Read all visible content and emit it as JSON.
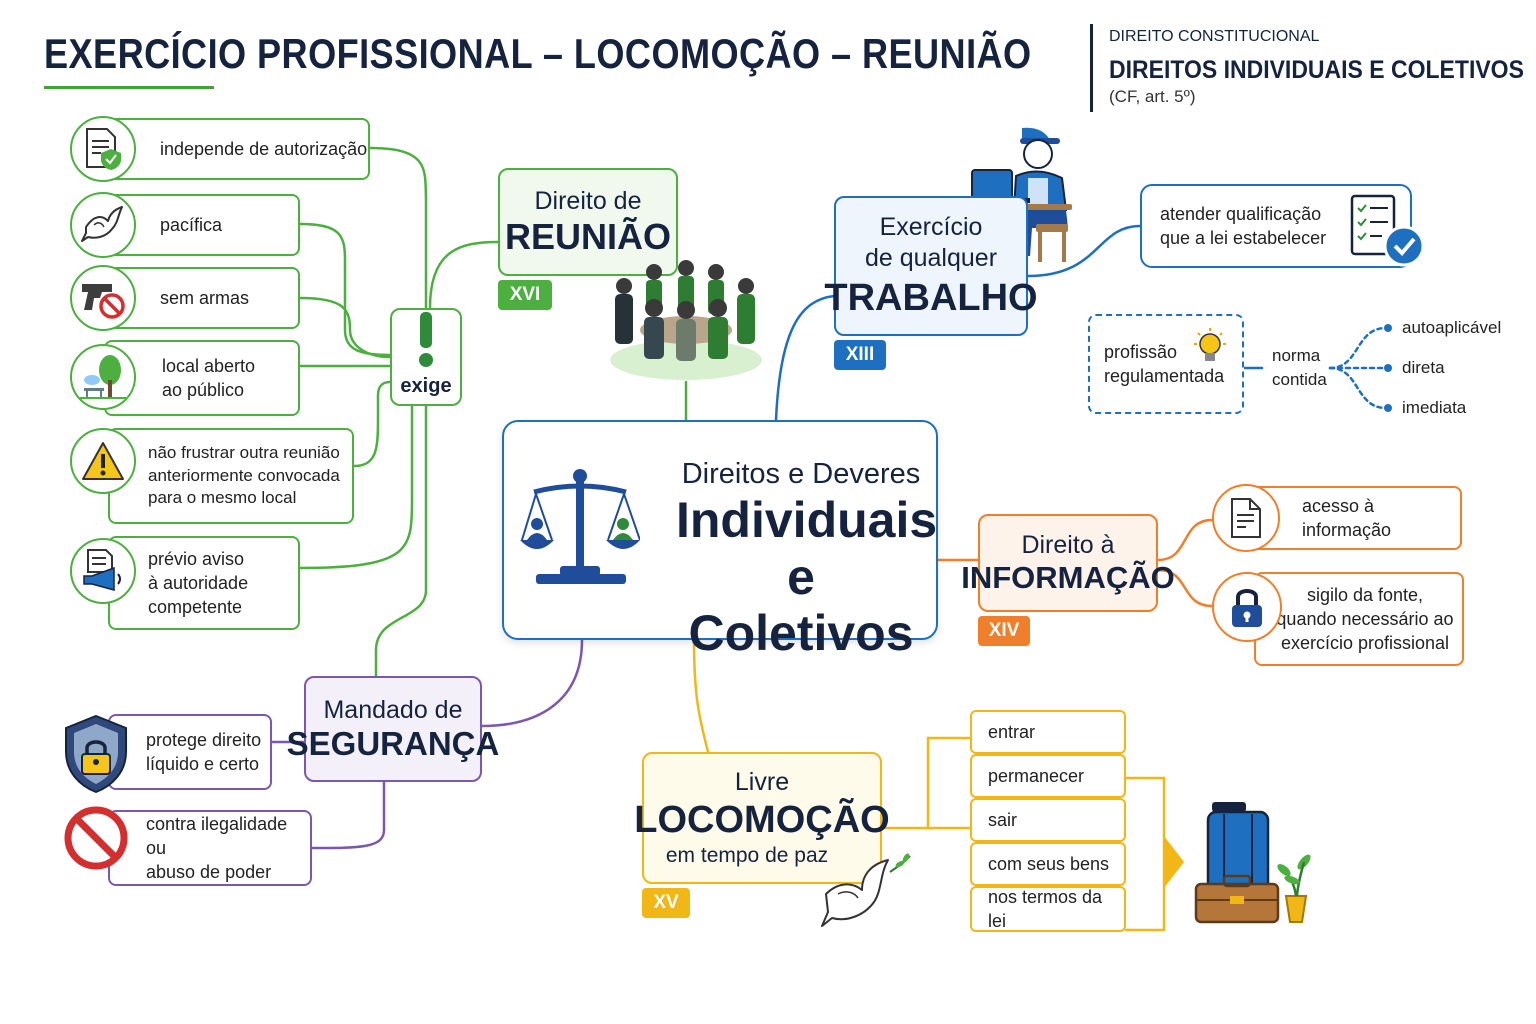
{
  "header": {
    "title": "EXERCÍCIO PROFISSIONAL – LOCOMOÇÃO – REUNIÃO",
    "brand_sub": "DIREITO CONSTITUCIONAL",
    "brand_main": "DIREITOS INDIVIDUAIS E COLETIVOS",
    "brand_ref": "(CF, art. 5º)"
  },
  "center": {
    "line1": "Direitos e Deveres",
    "line2": "Individuais",
    "line3": "e Coletivos"
  },
  "reuniao": {
    "line1": "Direito de",
    "line2": "REUNIÃO",
    "badge": "XVI",
    "hub": "exige",
    "items": [
      "independe de autorização",
      "pacífica",
      "sem armas",
      "local aberto",
      "ao público",
      "não frustrar outra reunião",
      "anteriormente convocada",
      "para o mesmo local",
      "prévio aviso",
      "à autoridade",
      "competente"
    ]
  },
  "trabalho": {
    "line1": "Exercício",
    "line2": "de qualquer",
    "line3": "TRABALHO",
    "badge": "XIII",
    "qual1": "atender qualificação",
    "qual2": "que a lei estabelecer",
    "prof1": "profissão",
    "prof2": "regulamentada",
    "norma1": "norma",
    "norma2": "contida",
    "bullets": [
      "autoaplicável",
      "direta",
      "imediata"
    ]
  },
  "informacao": {
    "line1": "Direito à",
    "line2": "INFORMAÇÃO",
    "badge": "XIV",
    "item1": "acesso à informação",
    "item2a": "sigilo da fonte,",
    "item2b": "quando necessário ao",
    "item2c": "exercício profissional"
  },
  "locomocao": {
    "line1": "Livre",
    "line2": "LOCOMOÇÃO",
    "line3": "em tempo de paz",
    "badge": "XV",
    "items": [
      "entrar",
      "permanecer",
      "sair",
      "com seus bens",
      "nos termos da lei"
    ]
  },
  "seguranca": {
    "line1": "Mandado de",
    "line2": "SEGURANÇA",
    "item1a": "protege direito",
    "item1b": "líquido e certo",
    "item2a": "contra ilegalidade ou",
    "item2b": "abuso de poder"
  },
  "colors": {
    "green": "#4caf3f",
    "blue": "#1f6fc0",
    "orange": "#ef7f2a",
    "yellow": "#f0b716",
    "purple": "#7b57b0",
    "navy": "#16233f"
  },
  "icons": [
    "document-shield-icon",
    "dove-icon",
    "no-gun-icon",
    "park-tree-icon",
    "warning-icon",
    "megaphone-document-icon",
    "scales-of-justice-icon",
    "group-meeting-icon",
    "worker-laptop-icon",
    "checklist-icon",
    "lightbulb-icon",
    "document-icon",
    "padlock-icon",
    "shield-lock-icon",
    "prohibited-icon",
    "luggage-icon",
    "dove-olive-icon"
  ]
}
